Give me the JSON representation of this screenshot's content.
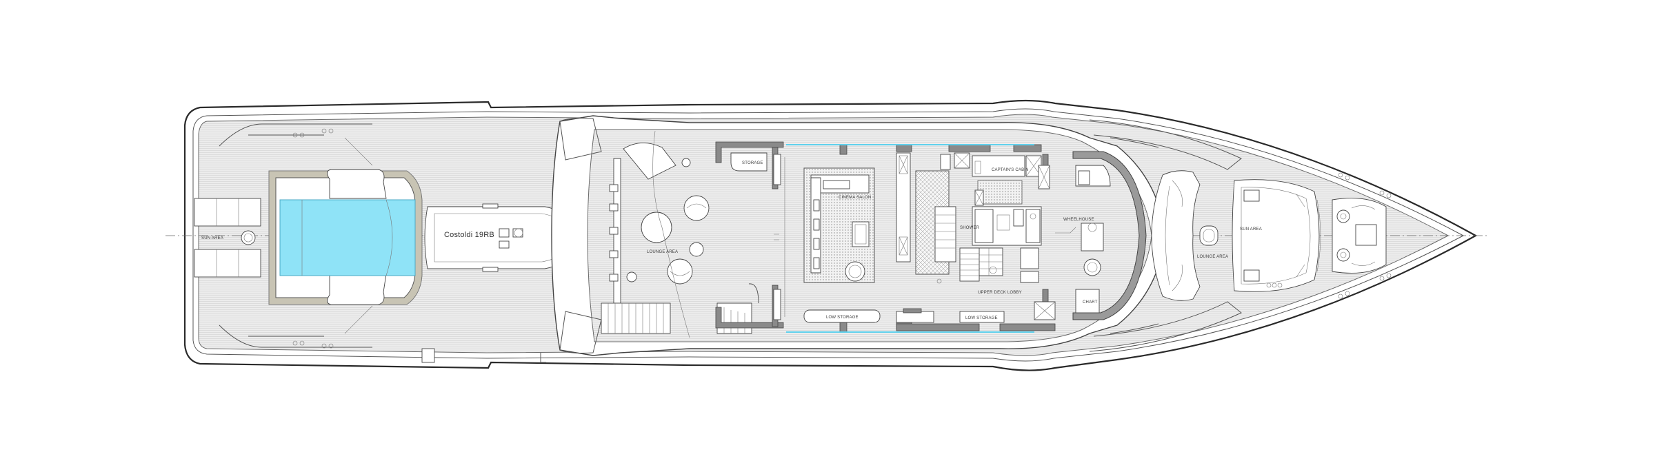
{
  "labels": {
    "sun_area_aft": "SUN AREA",
    "tender": "Costoldi 19RB",
    "lounge_area_aft": "LOUNGE AREA",
    "storage": "STORAGE",
    "cinema_salon": "CINEMA SALON",
    "captains_cabin": "CAPTAIN'S CABIN",
    "shower": "SHOWER",
    "wheelhouse": "WHEELHOUSE",
    "upper_deck_lobby": "UPPER DECK LOBBY",
    "low_storage_port": "LOW STORAGE",
    "low_storage_stbd": "LOW STORAGE",
    "chart": "CHART",
    "lounge_area_fwd": "LOUNGE AREA",
    "sun_area_fwd": "SUN AREA"
  },
  "colors": {
    "pool": "#8fe3f7",
    "glass": "#5fd0ec",
    "deck": "#ececec",
    "walls": "#8a8a8a",
    "outline": "#2a2a2a"
  }
}
